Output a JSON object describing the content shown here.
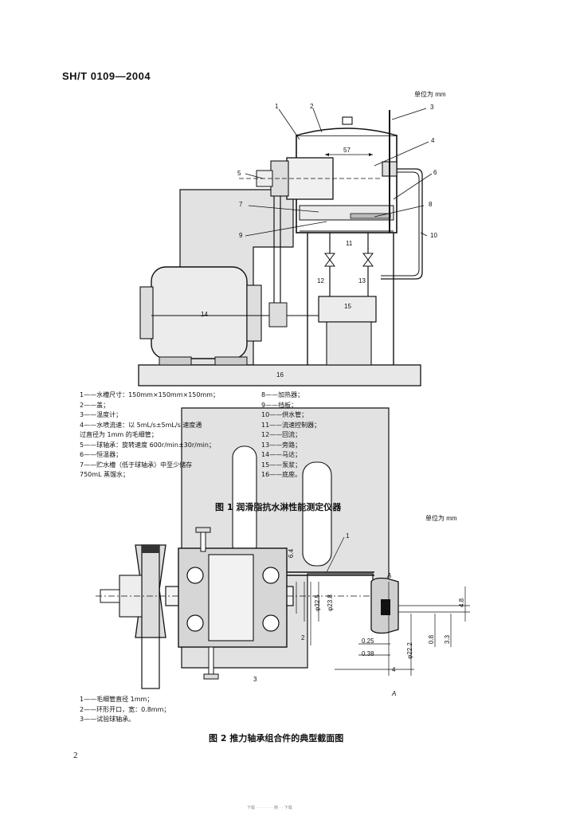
{
  "header": {
    "doc_number": "SH/T 0109—2004"
  },
  "figure1": {
    "unit": "单位为 mm",
    "caption": "图 1   润滑脂抗水淋性能测定仪器",
    "dimension_57": "57",
    "callouts": [
      "1",
      "2",
      "3",
      "4",
      "5",
      "6",
      "7",
      "8",
      "9",
      "10",
      "11",
      "12",
      "13",
      "14",
      "15",
      "16"
    ],
    "legend_left": [
      "1——水槽尺寸：150mm×150mm×150mm；",
      "2——盖；",
      "3——温度计；",
      "4——水喷流速：以 5mL/s±5mL/s 速度通",
      "        过直径为 1mm 的毛细管；",
      "5——球轴承：旋转速度 600r/min±30r/min；",
      "6——恒温器；",
      "7——贮水槽（低于球轴承）中至少储存",
      "        750mL 蒸馏水；"
    ],
    "legend_right": [
      "8——加热器；",
      "9——挡板；",
      "10——供水管；",
      "11——流速控制器；",
      "12——回流；",
      "13——旁路；",
      "14——马达；",
      "15——泵浆；",
      "16——底座。"
    ]
  },
  "figure2": {
    "unit": "单位为 mm",
    "caption": "图 2   推力轴承组合件的典型截面图",
    "dims": [
      "6.4",
      "φ32.5",
      "φ23.8",
      "2",
      "0.25",
      "0.38",
      "φ22.2",
      "0.8",
      "3.3",
      "4.8",
      "4"
    ],
    "callouts": [
      "1",
      "3",
      "A",
      "A"
    ],
    "legend": [
      "1——毛细管直径 1mm；",
      "2——环形开口，宽：0.8mm；",
      "3——试验球轴承。"
    ]
  },
  "page_number": "2",
  "footer_text": "下载 · · · · · · · 随 · · 下载"
}
